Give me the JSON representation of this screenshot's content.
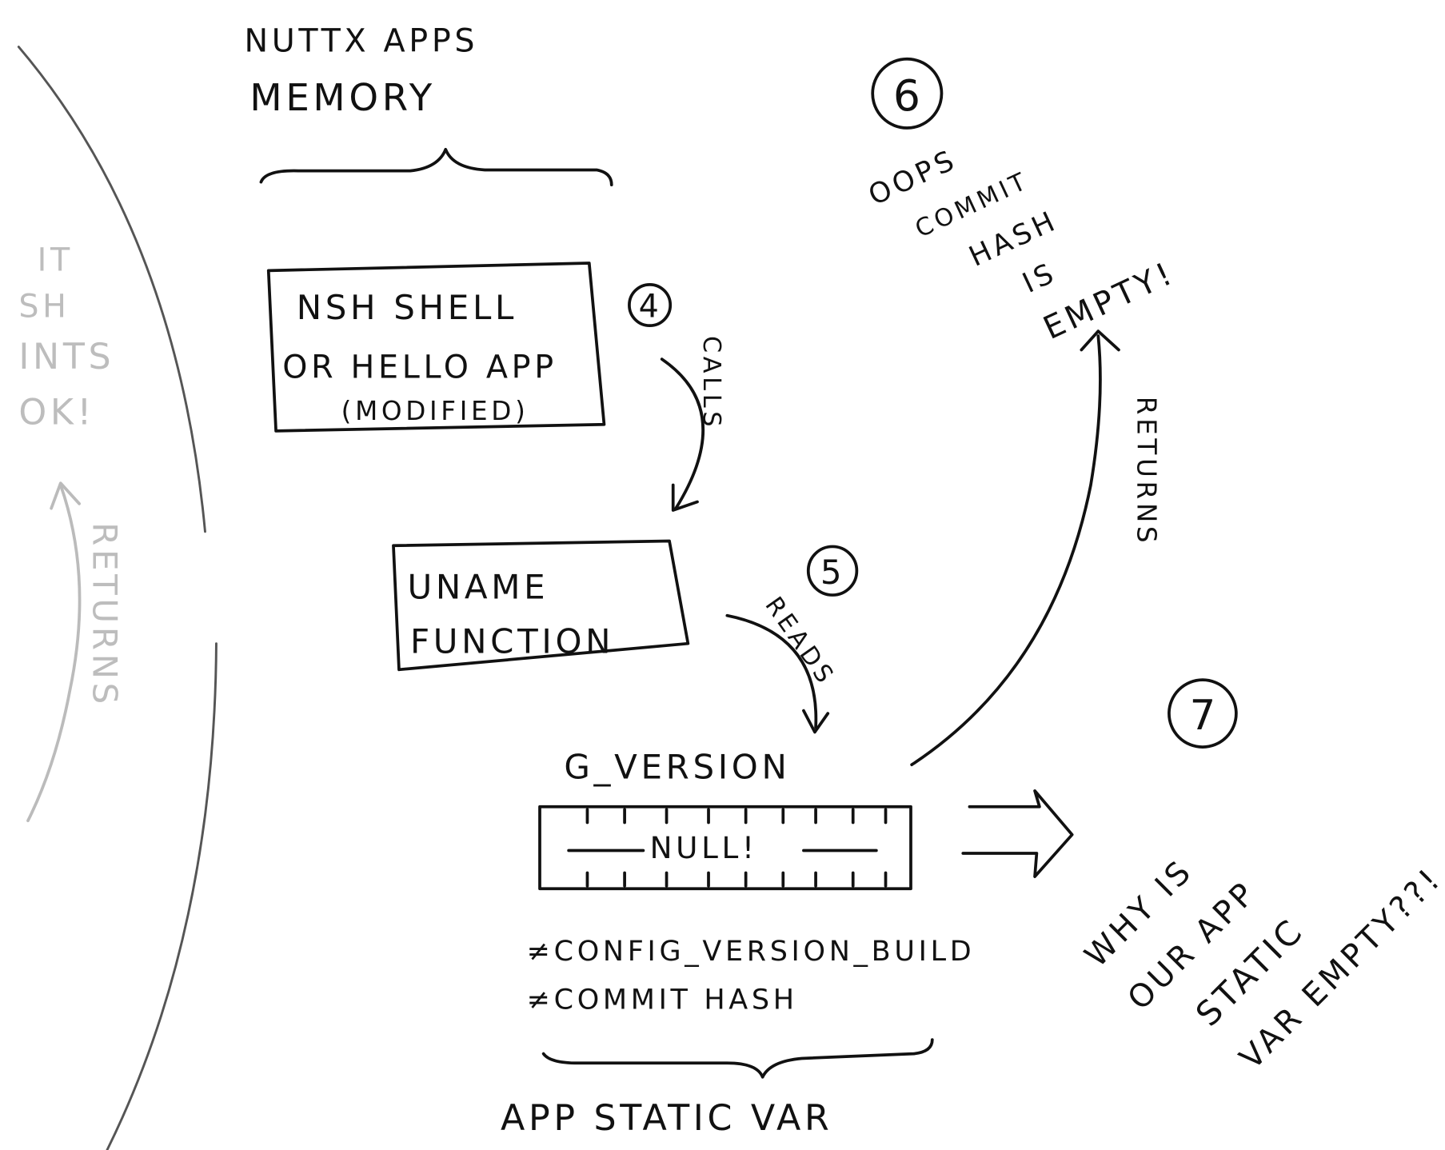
{
  "title": {
    "line1": "NUTTX APPS",
    "line2": "MEMORY"
  },
  "faded_left": {
    "lines": [
      "IT",
      "SH",
      "INTS",
      "OK!"
    ],
    "returns": "RETURNS"
  },
  "boxes": {
    "nsh": {
      "line1": "NSH SHELL",
      "line2": "OR HELLO APP",
      "line3": "(MODIFIED)"
    },
    "uname": {
      "line1": "UNAME",
      "line2": "FUNCTION"
    }
  },
  "steps": {
    "s4": "4",
    "s5": "5",
    "s6": "6",
    "s7": "7"
  },
  "arrows": {
    "calls": "CALLS",
    "reads": "READS",
    "returns": "RETURNS"
  },
  "variable": {
    "name": "G_VERSION",
    "value": "NULL!",
    "note1": "≠CONFIG_VERSION_BUILD",
    "note2": "≠COMMIT  HASH",
    "caption": "APP  STATIC  VAR"
  },
  "oops": {
    "lines": [
      "OOPS",
      "COMMIT",
      "HASH",
      "IS",
      "EMPTY!"
    ]
  },
  "question": {
    "lines": [
      "WHY IS",
      "OUR APP",
      "STATIC",
      "VAR EMPTY??!"
    ]
  }
}
